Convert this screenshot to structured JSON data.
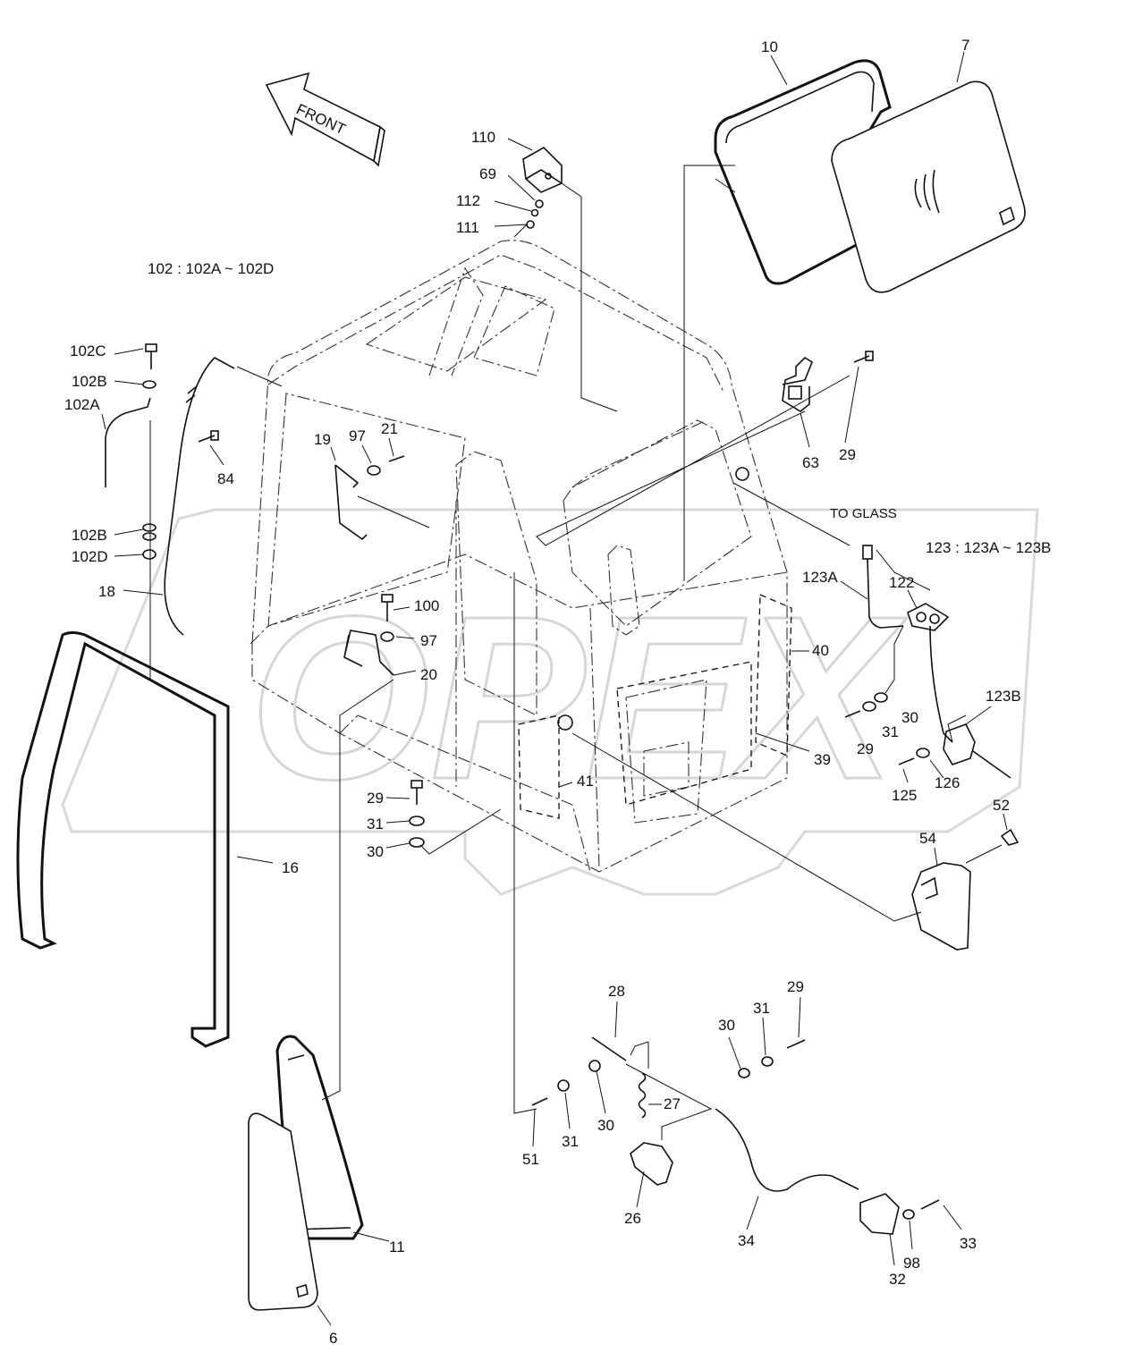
{
  "diagram": {
    "front_arrow": "FRONT",
    "notes": {
      "n102": "102 : 102A ~ 102D",
      "n123": "123 : 123A ~ 123B",
      "to_glass": "TO GLASS"
    },
    "watermark": "OPEX",
    "labels": {
      "l10": "10",
      "l7": "7",
      "l110": "110",
      "l69": "69",
      "l112": "112",
      "l111": "111",
      "l102C": "102C",
      "l102B_top": "102B",
      "l102A": "102A",
      "l102B_bot": "102B",
      "l102D": "102D",
      "l84": "84",
      "l18": "18",
      "l19": "19",
      "l97_top": "97",
      "l21": "21",
      "l63": "63",
      "l29_top": "29",
      "l100": "100",
      "l97_mid": "97",
      "l20": "20",
      "l40": "40",
      "l123A": "123A",
      "l122": "122",
      "l123B": "123B",
      "l30_right": "30",
      "l29_right": "29",
      "l31_right": "31",
      "l39": "39",
      "l125": "125",
      "l126": "126",
      "l41": "41",
      "l29_left": "29",
      "l31_left": "31",
      "l30_left": "30",
      "l16": "16",
      "l52": "52",
      "l54": "54",
      "l28": "28",
      "l29_low": "29",
      "l31_low": "31",
      "l30_low": "30",
      "l27": "27",
      "l51": "51",
      "l31_b": "31",
      "l30_b": "30",
      "l26": "26",
      "l34": "34",
      "l33": "33",
      "l98": "98",
      "l32": "32",
      "l11": "11",
      "l6": "6"
    }
  }
}
